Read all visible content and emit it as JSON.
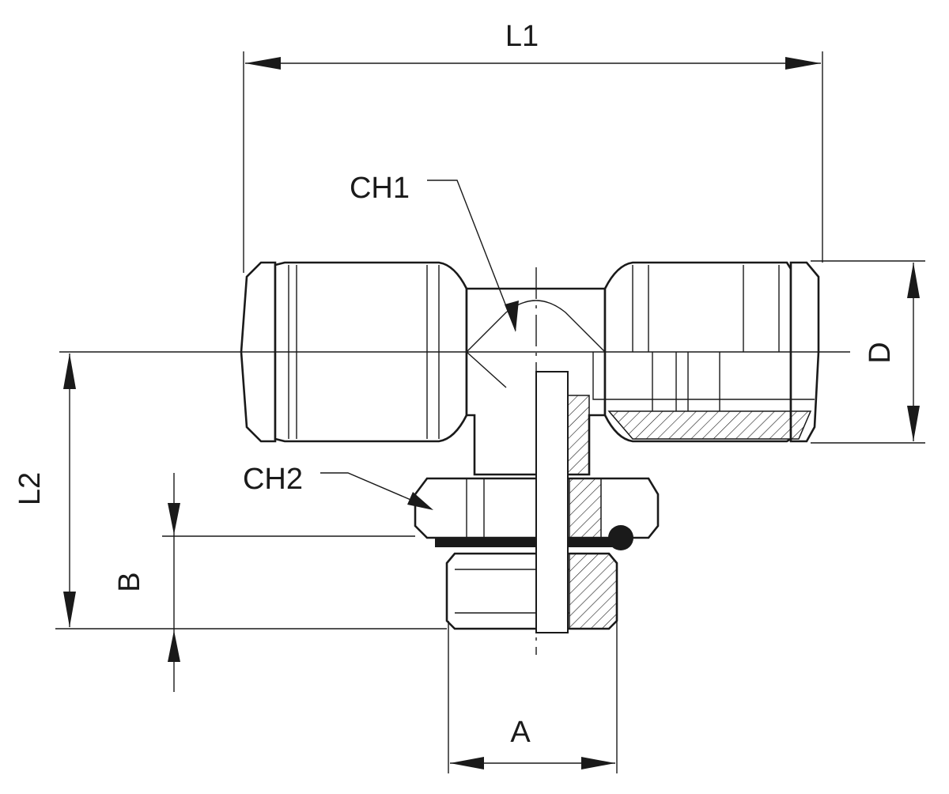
{
  "drawing": {
    "labels": {
      "L1": "L1",
      "CH1": "CH1",
      "CH2": "CH2",
      "D": "D",
      "L2": "L2",
      "B": "B",
      "A": "A"
    },
    "line_color": "#1a1a1a",
    "background": "#ffffff"
  }
}
